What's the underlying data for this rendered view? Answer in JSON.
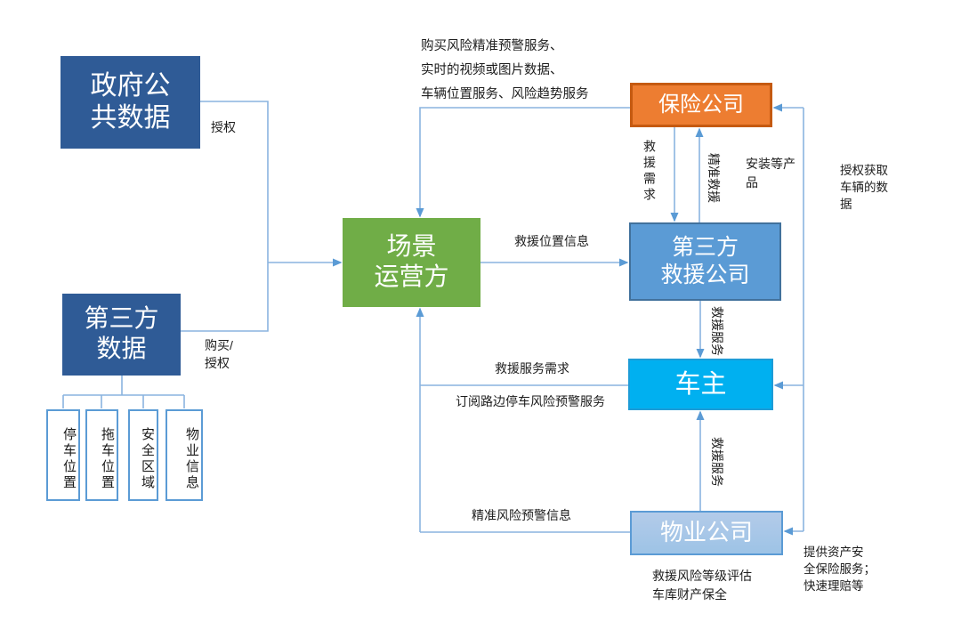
{
  "colors": {
    "dark_blue_fill": "#2F5B96",
    "green_fill": "#70AD47",
    "orange_fill": "#ED7D31",
    "orange_border": "#C55A11",
    "mid_blue_fill": "#5B9BD5",
    "mid_blue_border": "#41719C",
    "cyan_fill": "#00B0F0",
    "light_blue_fill": "#9DC3E6",
    "connector_line": "#8AB4DF",
    "arrowhead": "#5B9BD5",
    "box_text": "#ffffff",
    "label_text": "#1c1c1c"
  },
  "nodes": {
    "gov_data": {
      "lines": [
        "政府公",
        "共数据"
      ]
    },
    "third_party_data": {
      "lines": [
        "第三方",
        "数据"
      ]
    },
    "operator": {
      "lines": [
        "场景",
        "运营方"
      ]
    },
    "insurance": {
      "label": "保险公司"
    },
    "rescue_company": {
      "lines": [
        "第三方",
        "救援公司"
      ]
    },
    "car_owner": {
      "label": "车主"
    },
    "property_company": {
      "label": "物业公司"
    },
    "data_items": [
      "停车位置",
      "拖车位置",
      "安全区域",
      "物业信息"
    ]
  },
  "labels": {
    "authorize": "授权",
    "buy_authorize": [
      "购买/",
      "授权"
    ],
    "operator_purchase": [
      "购买风险精准预警服务、",
      "实时的视频或图片数据、",
      "车辆位置服务、风险趋势服务"
    ],
    "rescue_need": "救援需求",
    "precise_rescue": "精准救援",
    "install_products": [
      "安装等产",
      "品"
    ],
    "auth_vehicle_data": [
      "授权获取",
      "车辆的数",
      "据"
    ],
    "rescue_location": "救援位置信息",
    "rescue_service_to_owner": "救援服务",
    "rescue_service_need": "救援服务需求",
    "subscribe_warning": "订阅路边停车风险预警服务",
    "rescue_service_from_property": "救援服务",
    "precise_warning_info": "精准风险预警信息",
    "property_assess": [
      "救援风险等级评估",
      "车库财产保全"
    ],
    "insurance_provide": [
      "提供资产安",
      "全保险服务；",
      "快速理赔等"
    ]
  }
}
